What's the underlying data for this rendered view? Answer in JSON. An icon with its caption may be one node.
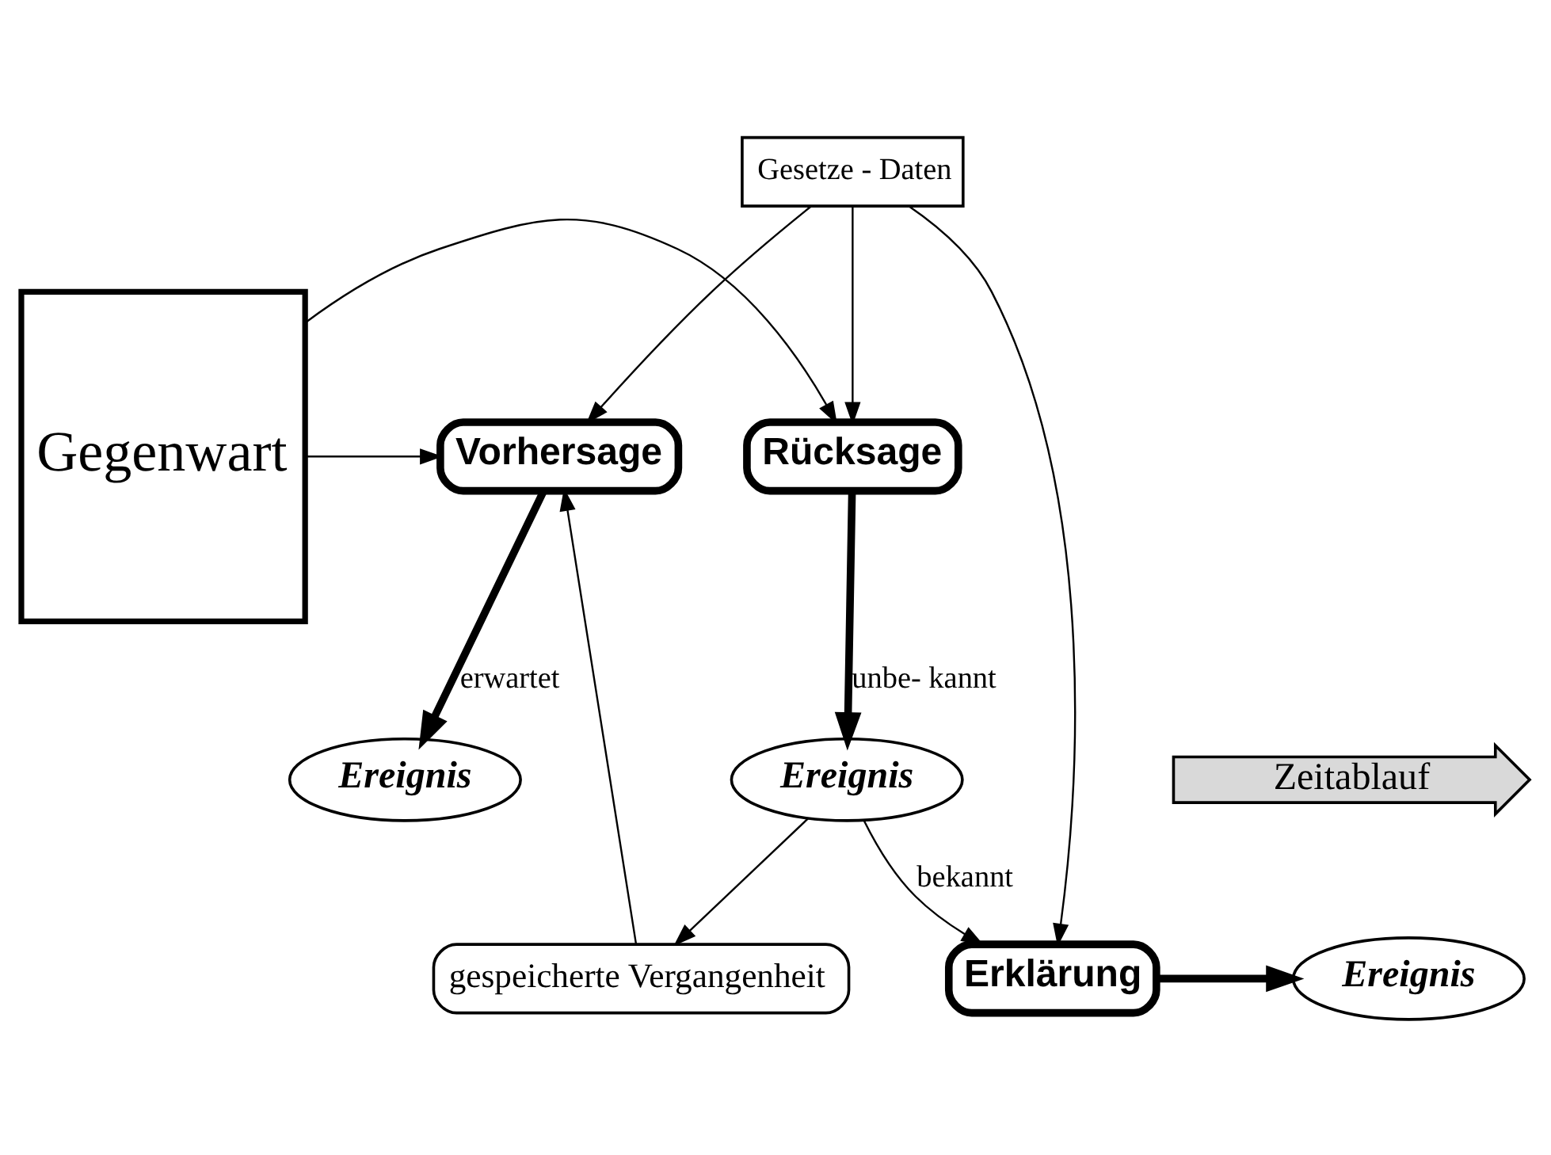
{
  "diagram": {
    "nodes": [
      {
        "text": [
          "Gegenwart"
        ]
      },
      {
        "text": [
          "gespeicherte Vergangenheit"
        ]
      },
      {
        "text": [
          "Rücksage"
        ]
      },
      {
        "text": [
          "Vorhersage"
        ]
      },
      {
        "text": [
          "Ereignis"
        ]
      },
      {
        "text": [
          "Ereignis"
        ]
      },
      {
        "text": [
          "Gesetze - Daten"
        ]
      },
      {
        "text": [
          "Erklärung"
        ]
      },
      {
        "text": [
          "Ereignis"
        ]
      },
      {
        "text": [
          "Zeitablauf"
        ]
      }
    ],
    "edges": [
      {
        "from": 4,
        "to": 1,
        "arrow": "to"
      },
      {
        "from": 1,
        "to": 3,
        "arrow": "to"
      },
      {
        "from": 0,
        "to": 2,
        "arrow": "to"
      },
      {
        "from": 0,
        "to": 3,
        "arrow": "to"
      },
      {
        "from": 2,
        "to": 4,
        "arrow": "to",
        "label": "unbe- kannt",
        "style": "thick"
      },
      {
        "from": 3,
        "to": 5,
        "arrow": "to",
        "label": "erwartet",
        "style": "thick"
      },
      {
        "from": 6,
        "to": 2,
        "arrow": "to"
      },
      {
        "from": 6,
        "to": 3,
        "arrow": "to"
      },
      {
        "from": 6,
        "to": 7,
        "arrow": "to"
      },
      {
        "from": 4,
        "to": 7,
        "arrow": "to",
        "label": "bekannt"
      },
      {
        "from": 7,
        "to": 8,
        "arrow": "to",
        "style": "thick"
      }
    ]
  }
}
